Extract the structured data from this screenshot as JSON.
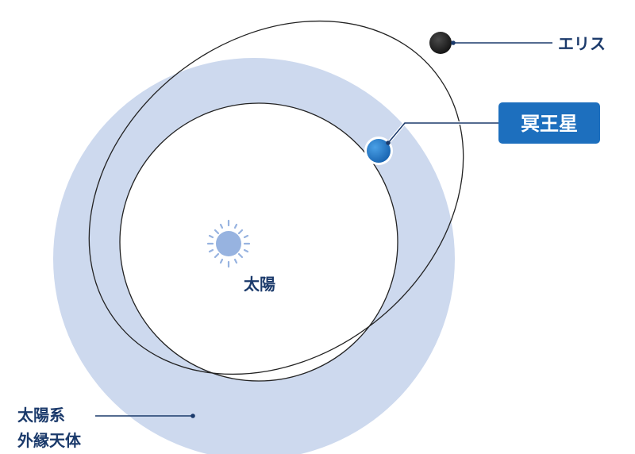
{
  "labels": {
    "sun": "太陽",
    "eris": "エリス",
    "pluto": "冥王星",
    "tno_line1": "太陽系",
    "tno_line2": "外縁天体"
  },
  "icons": {
    "sun": "sun-icon",
    "eris": "eris-body-icon",
    "pluto": "pluto-body-icon"
  },
  "colors": {
    "belt": "#cdd9ee",
    "orbit": "#222222",
    "sun": "#97b3e0",
    "sun_rays": "#97b3e0",
    "pluto": "#1f78c8",
    "eris": "#1a1a1a",
    "text": "#1b3a6b",
    "pluto_badge": "#1d6fbe",
    "leader": "#1b3a6b"
  }
}
